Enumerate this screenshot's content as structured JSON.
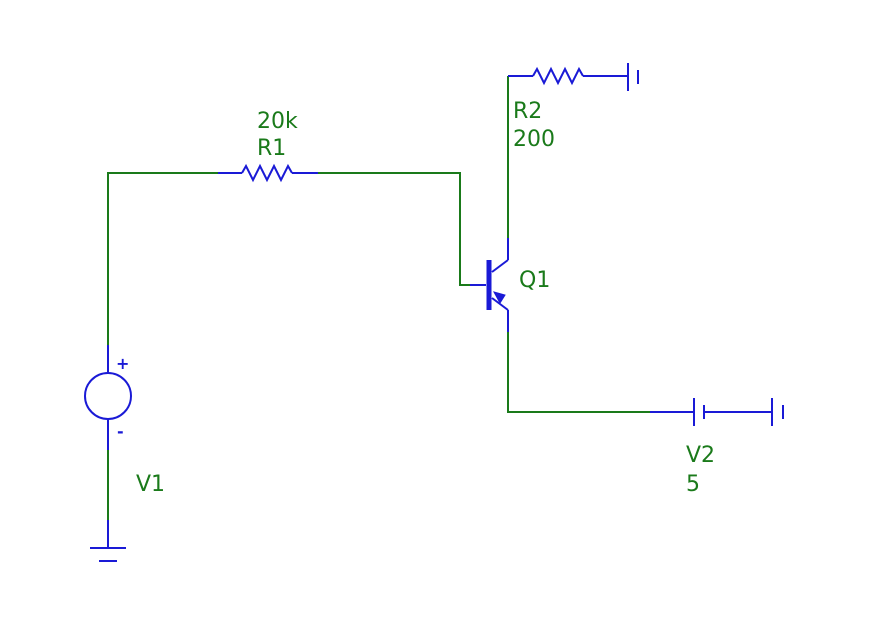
{
  "components": {
    "r1": {
      "name": "R1",
      "value": "20k"
    },
    "r2": {
      "name": "R2",
      "value": "200"
    },
    "q1": {
      "name": "Q1"
    },
    "v1": {
      "name": "V1",
      "plus": "+",
      "minus": "-"
    },
    "v2": {
      "name": "V2",
      "value": "5"
    }
  },
  "colors": {
    "wire": "#1a7a1a",
    "component": "#1a1ad6",
    "label": "#1a7a1a",
    "background": "#ffffff"
  }
}
